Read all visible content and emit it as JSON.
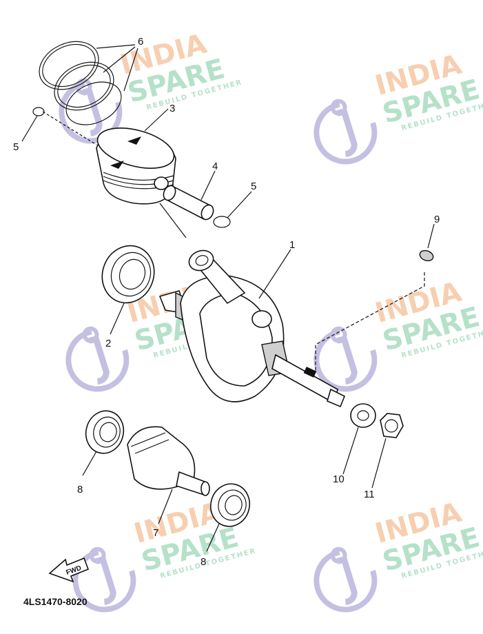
{
  "diagram": {
    "drawing_code": "4LS1470-8020",
    "fwd_label": "FWD",
    "callouts": [
      "1",
      "2",
      "3",
      "4",
      "5",
      "5",
      "6",
      "7",
      "8",
      "8",
      "9",
      "10",
      "11"
    ]
  },
  "watermark": {
    "line1": "INDIA",
    "line2": "SPARE",
    "tagline": "REBUILD TOGETHER",
    "colors": {
      "orange": "#f6c7a3",
      "green": "#a9dcc0",
      "logo": "#b9b6dd"
    }
  }
}
